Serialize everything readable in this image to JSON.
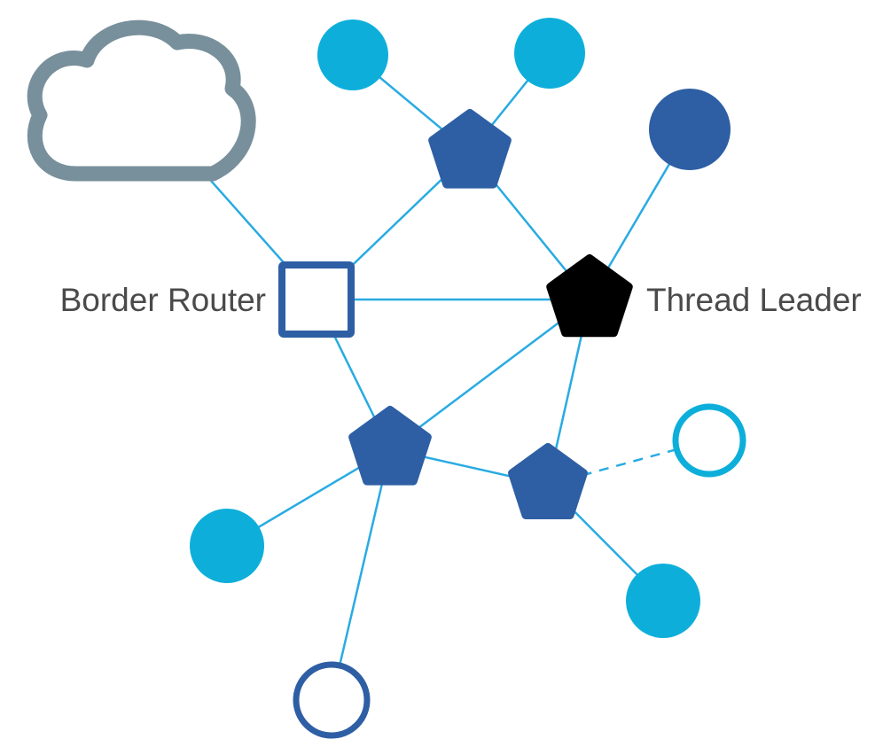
{
  "diagram": {
    "type": "network-topology",
    "labels": {
      "border_router": "Border Router",
      "thread_leader": "Thread Leader"
    },
    "colors": {
      "router_blue": "#2E5FA4",
      "device_cyan": "#0DAFDA",
      "leader_black": "#000000",
      "link": "#29ABE2",
      "cloud_gray": "#78909C",
      "label_text": "#4A4A4A",
      "background": "#FFFFFF"
    },
    "nodes": [
      {
        "id": "internet-cloud",
        "shape": "cloud-outline",
        "color": "cloud_gray"
      },
      {
        "id": "border-router",
        "shape": "square-outline",
        "color": "router_blue",
        "label": "Border Router"
      },
      {
        "id": "thread-leader",
        "shape": "pentagon",
        "color": "leader_black",
        "label": "Thread Leader"
      },
      {
        "id": "router-top",
        "shape": "pentagon",
        "color": "router_blue"
      },
      {
        "id": "router-mid",
        "shape": "pentagon",
        "color": "router_blue"
      },
      {
        "id": "router-right",
        "shape": "pentagon",
        "color": "router_blue"
      },
      {
        "id": "end-device-top-1",
        "shape": "circle",
        "color": "device_cyan"
      },
      {
        "id": "end-device-top-2",
        "shape": "circle",
        "color": "device_cyan"
      },
      {
        "id": "end-device-blue",
        "shape": "circle",
        "color": "router_blue"
      },
      {
        "id": "end-device-left",
        "shape": "circle",
        "color": "device_cyan"
      },
      {
        "id": "end-device-bottom-right",
        "shape": "circle",
        "color": "device_cyan"
      },
      {
        "id": "sleepy-device-right",
        "shape": "circle-outline",
        "color": "device_cyan"
      },
      {
        "id": "sleepy-device-bottom",
        "shape": "circle-outline",
        "color": "router_blue"
      }
    ],
    "edges": [
      {
        "from": "internet-cloud",
        "to": "border-router",
        "style": "solid"
      },
      {
        "from": "end-device-top-1",
        "to": "router-top",
        "style": "solid"
      },
      {
        "from": "end-device-top-2",
        "to": "router-top",
        "style": "solid"
      },
      {
        "from": "router-top",
        "to": "border-router",
        "style": "solid"
      },
      {
        "from": "router-top",
        "to": "thread-leader",
        "style": "solid"
      },
      {
        "from": "end-device-blue",
        "to": "thread-leader",
        "style": "solid"
      },
      {
        "from": "border-router",
        "to": "thread-leader",
        "style": "solid"
      },
      {
        "from": "border-router",
        "to": "router-mid",
        "style": "solid"
      },
      {
        "from": "thread-leader",
        "to": "router-mid",
        "style": "solid"
      },
      {
        "from": "thread-leader",
        "to": "router-right",
        "style": "solid"
      },
      {
        "from": "router-mid",
        "to": "router-right",
        "style": "solid"
      },
      {
        "from": "router-mid",
        "to": "end-device-left",
        "style": "solid"
      },
      {
        "from": "router-mid",
        "to": "sleepy-device-bottom",
        "style": "solid"
      },
      {
        "from": "router-right",
        "to": "end-device-bottom-right",
        "style": "solid"
      },
      {
        "from": "router-right",
        "to": "sleepy-device-right",
        "style": "dashed"
      }
    ]
  }
}
